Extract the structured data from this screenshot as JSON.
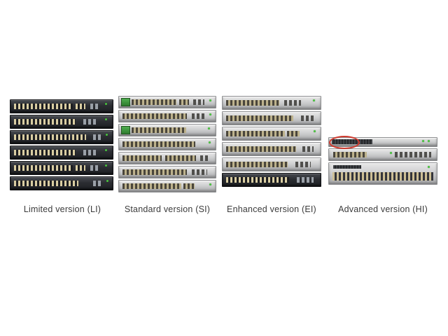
{
  "canvas": {
    "background": "#ffffff"
  },
  "groups": [
    {
      "id": "li",
      "caption": "Limited version (LI)",
      "unit_count": 6,
      "chassis": "dark"
    },
    {
      "id": "si",
      "caption": "Standard version (SI)",
      "unit_count": 7,
      "chassis": "light"
    },
    {
      "id": "ei",
      "caption": "Enhanced version (EI)",
      "unit_count": 6,
      "chassis": "light"
    },
    {
      "id": "hi",
      "caption": "Advanced version (HI)",
      "unit_count": 3,
      "chassis": "light"
    }
  ],
  "colors": {
    "annotation_red": "#d03a2e",
    "module_green": "#4fae4f",
    "led_green": "#49c63e",
    "chassis_dark": "#2b2d32",
    "chassis_light": "#cbcccd"
  }
}
